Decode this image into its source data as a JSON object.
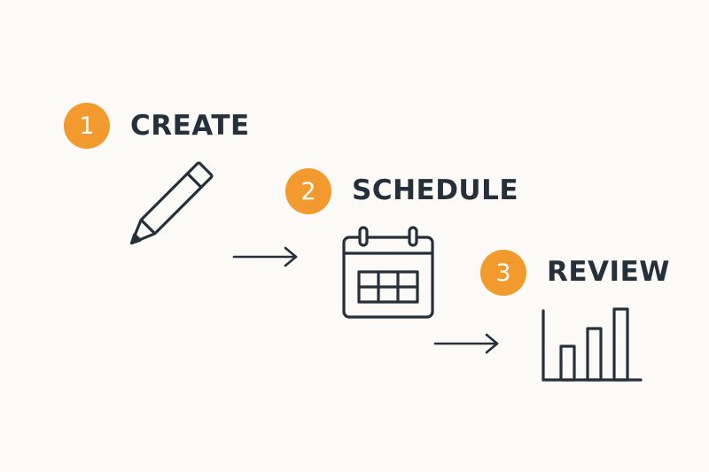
{
  "colors": {
    "background": "#fbfaf6",
    "accent": "#f29a2e",
    "ink": "#26303a"
  },
  "steps": [
    {
      "number": "1",
      "label": "CREATE",
      "icon": "pencil-icon"
    },
    {
      "number": "2",
      "label": "SCHEDULE",
      "icon": "calendar-icon"
    },
    {
      "number": "3",
      "label": "REVIEW",
      "icon": "bar-chart-icon"
    }
  ],
  "connectors": [
    "arrow-right-icon",
    "arrow-right-icon"
  ]
}
